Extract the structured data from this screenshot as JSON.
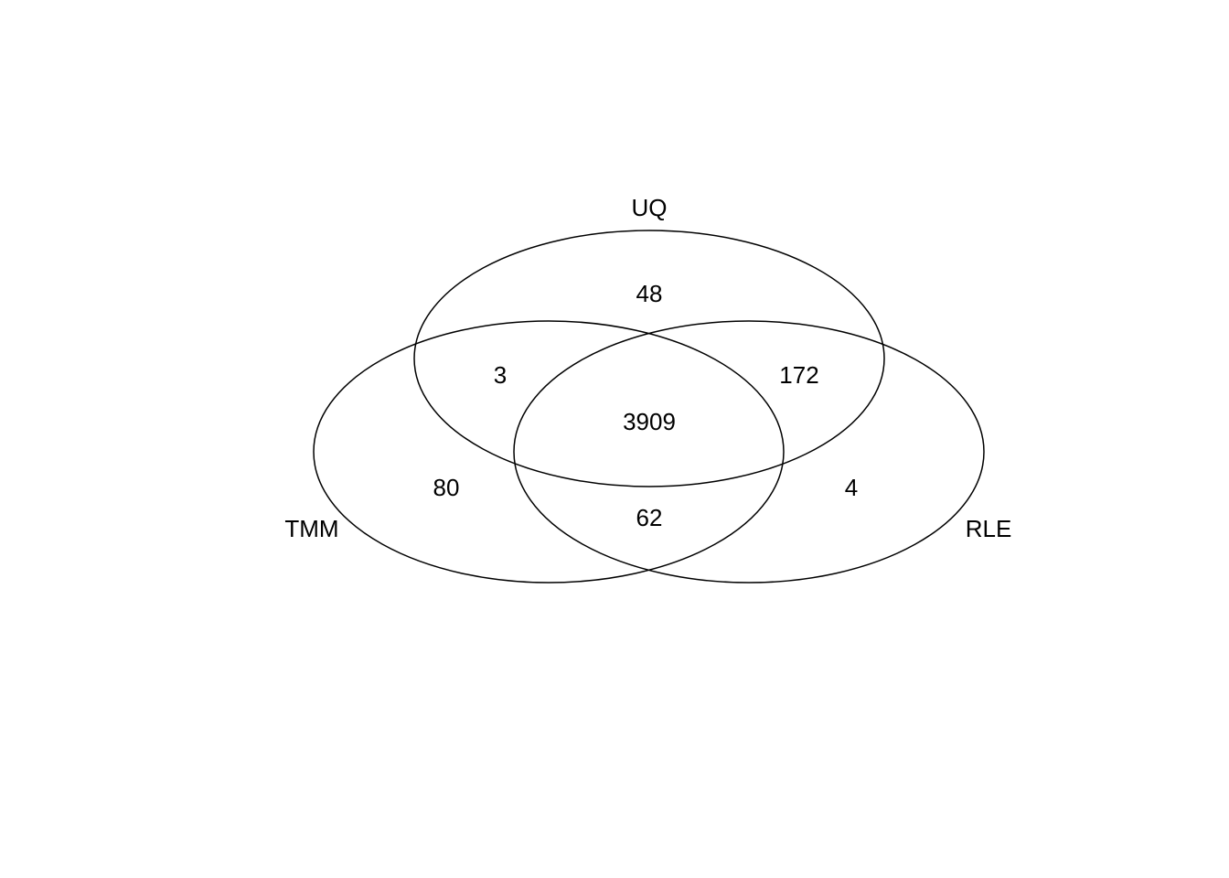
{
  "venn": {
    "set_labels": {
      "uq": "UQ",
      "tmm": "TMM",
      "rle": "RLE"
    },
    "regions": {
      "uq_only": "48",
      "uq_tmm_only": "3",
      "uq_rle_only": "172",
      "uq_tmm_rle": "3909",
      "tmm_only": "80",
      "rle_only": "4",
      "tmm_rle_only": "62"
    }
  },
  "chart_data": {
    "type": "venn",
    "sets": [
      "UQ",
      "TMM",
      "RLE"
    ],
    "region_counts": {
      "UQ_only": 48,
      "UQ_and_TMM_only": 3,
      "UQ_and_RLE_only": 172,
      "UQ_and_TMM_and_RLE": 3909,
      "TMM_only": 80,
      "RLE_only": 4,
      "TMM_and_RLE_only": 62
    }
  },
  "colors": {
    "background": "#ffffff",
    "stroke": "#000000",
    "text": "#000000"
  }
}
